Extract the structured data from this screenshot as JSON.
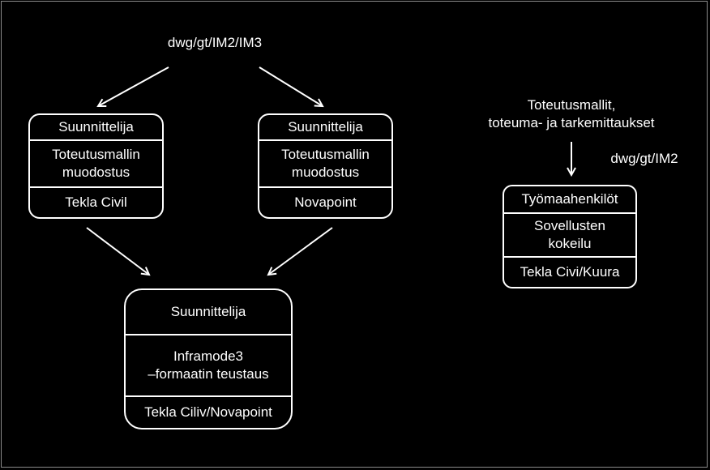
{
  "labels": {
    "top_format": "dwg/gt/IM2/IM3",
    "right_input_line1": "Toteutusmallit,",
    "right_input_line2": "toteuma- ja tarkemittaukset",
    "right_format": "dwg/gt/IM2"
  },
  "box_left": {
    "role": "Suunnittelija",
    "task_line1": "Toteutusmallin",
    "task_line2": "muodostus",
    "software": "Tekla Civil"
  },
  "box_middle": {
    "role": "Suunnittelija",
    "task_line1": "Toteutusmallin",
    "task_line2": "muodostus",
    "software": "Novapoint"
  },
  "box_bottom": {
    "role": "Suunnittelija",
    "task_line1": "Inframode3",
    "task_line2": "–formaatin teustaus",
    "software": "Tekla Ciliv/Novapoint"
  },
  "box_right": {
    "role": "Työmaahenkilöt",
    "task_line1": "Sovellusten",
    "task_line2": "kokeilu",
    "software": "Tekla Civi/Kuura"
  },
  "colors": {
    "background": "#000000",
    "foreground": "#ffffff"
  }
}
